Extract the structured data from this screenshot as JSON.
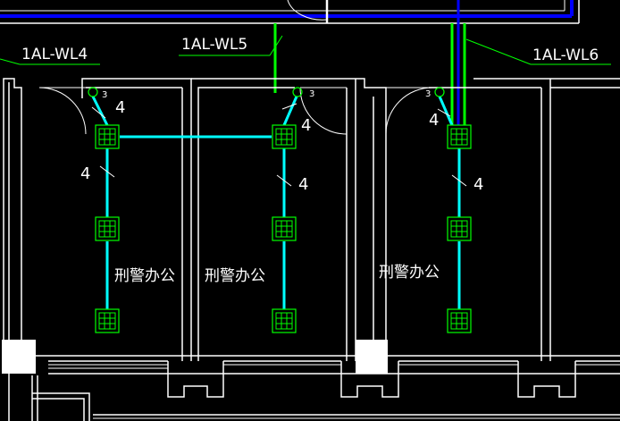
{
  "circuits": [
    {
      "id": "wl4",
      "label": "1AL-WL4"
    },
    {
      "id": "wl5",
      "label": "1AL-WL5"
    },
    {
      "id": "wl6",
      "label": "1AL-WL6"
    }
  ],
  "rooms": [
    {
      "name": "刑警办公"
    },
    {
      "name": "刑警办公"
    },
    {
      "name": "刑警办公"
    }
  ],
  "wire_counts": {
    "room1_switch": "4",
    "room1_run": "4",
    "room2_switch": "4",
    "room2_run": "4",
    "room3_switch": "4",
    "room3_run": "4"
  },
  "switch_gangs": {
    "room2": "3",
    "room3": "3",
    "room1": "3"
  },
  "colors": {
    "background": "#000000",
    "wall": "#ffffff",
    "conduit": "#00ffff",
    "fixture": "#00ff00",
    "home_run": "#00ff00",
    "bus": "#0000ff"
  }
}
